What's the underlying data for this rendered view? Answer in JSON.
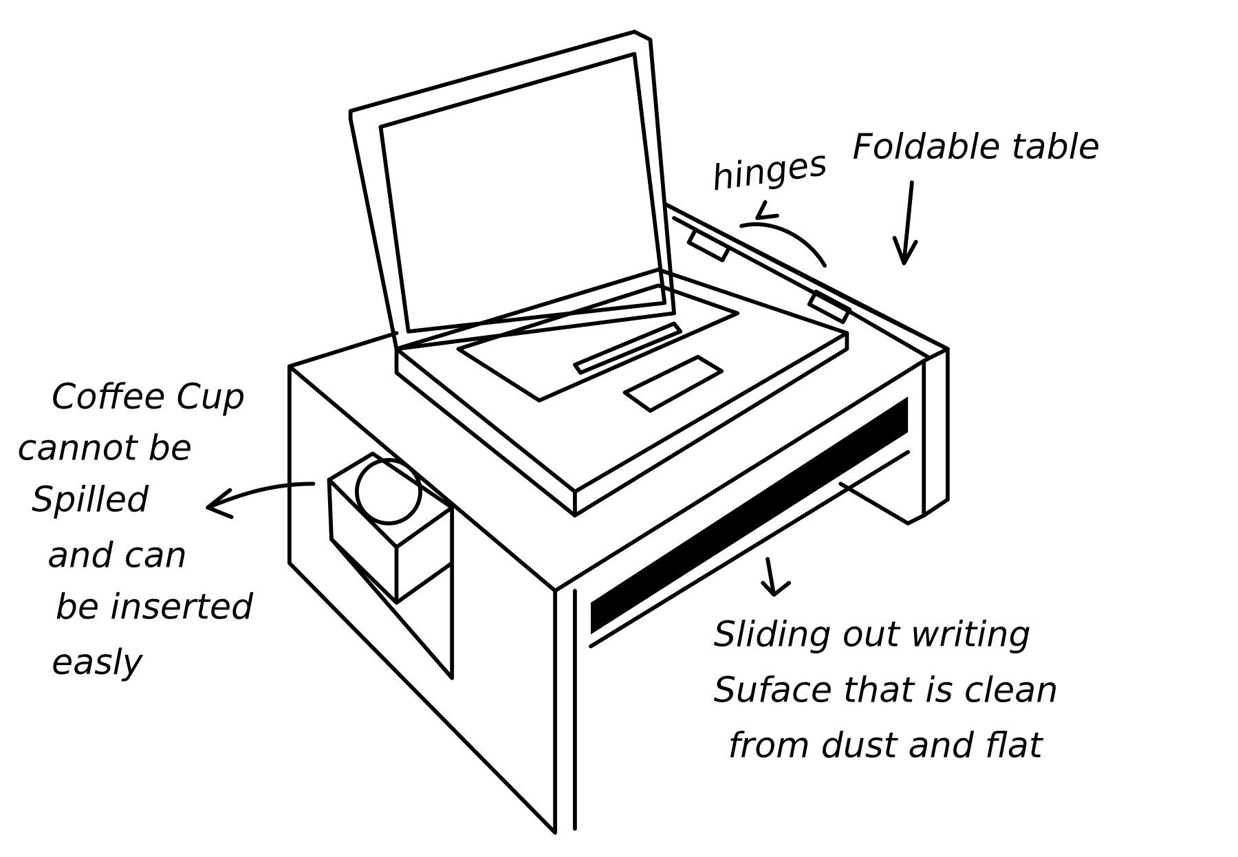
{
  "annotations": {
    "coffee_cup": [
      "Coffee Cup",
      "cannot be",
      "Spilled",
      "and  can",
      "be inserted",
      "easly"
    ],
    "hinges": "hinges",
    "foldable_table": "Foldable table",
    "sliding_surface": [
      "Sliding out writing",
      "Suface that is clean",
      "from dust and flat"
    ]
  },
  "colors": {
    "ink": "#000000",
    "paper": "#ffffff"
  }
}
